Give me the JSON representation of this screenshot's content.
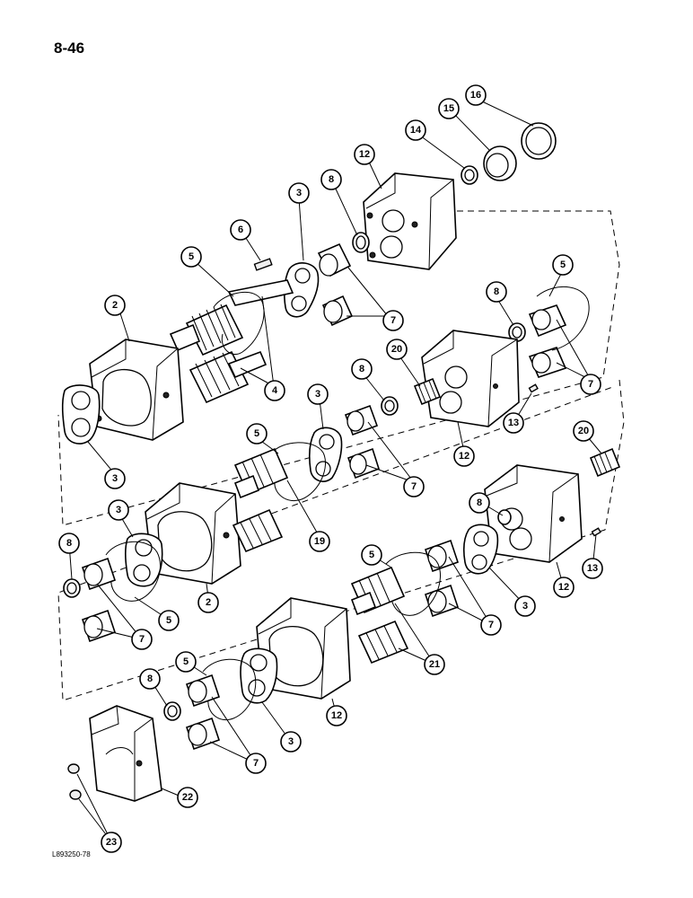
{
  "page_number": "8-46",
  "figure_code": "L893250-78",
  "callouts": {
    "c1": "16",
    "c2": "15",
    "c3": "14",
    "c4": "12",
    "c5": "8",
    "c6": "3",
    "c7": "6",
    "c8": "5",
    "c9": "2",
    "c10": "7",
    "c11": "4",
    "c12": "3",
    "c13": "5",
    "c14": "8",
    "c15": "7",
    "c16": "20",
    "c17": "8",
    "c18": "3",
    "c19": "5",
    "c20": "12",
    "c21": "13",
    "c22": "7",
    "c23": "20",
    "c24": "19",
    "c25": "3",
    "c26": "8",
    "c27": "8",
    "c28": "5",
    "c29": "2",
    "c30": "7",
    "c31": "12",
    "c32": "13",
    "c33": "3",
    "c34": "5",
    "c35": "7",
    "c36": "21",
    "c37": "5",
    "c38": "8",
    "c39": "12",
    "c40": "3",
    "c41": "7",
    "c42": "22",
    "c43": "23"
  }
}
